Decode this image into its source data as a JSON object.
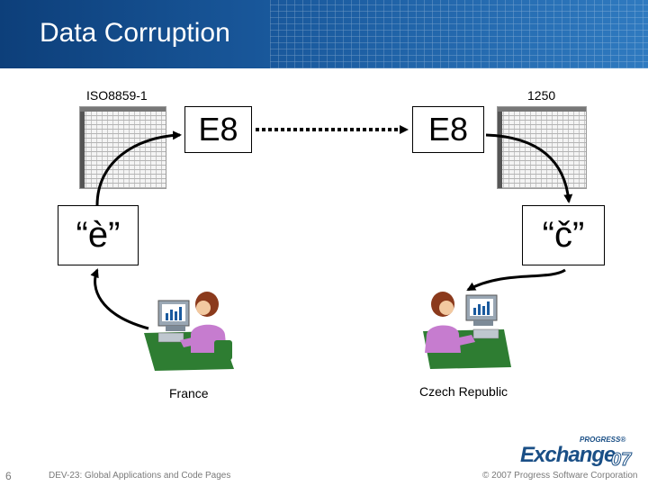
{
  "slide": {
    "title": "Data Corruption",
    "page_number": "6",
    "footer_left": "DEV-23: Global Applications and Code Pages",
    "footer_right": "© 2007 Progress Software Corporation"
  },
  "left": {
    "codepage_label": "ISO8859-1",
    "byte_value": "E8",
    "character": "“è”",
    "location": "France"
  },
  "right": {
    "codepage_label": "1250",
    "byte_value": "E8",
    "character": "“č”",
    "location": "Czech Republic"
  },
  "logo": {
    "wordmark": "Exchange",
    "superscript": "PROGRESS®",
    "version": "07"
  }
}
